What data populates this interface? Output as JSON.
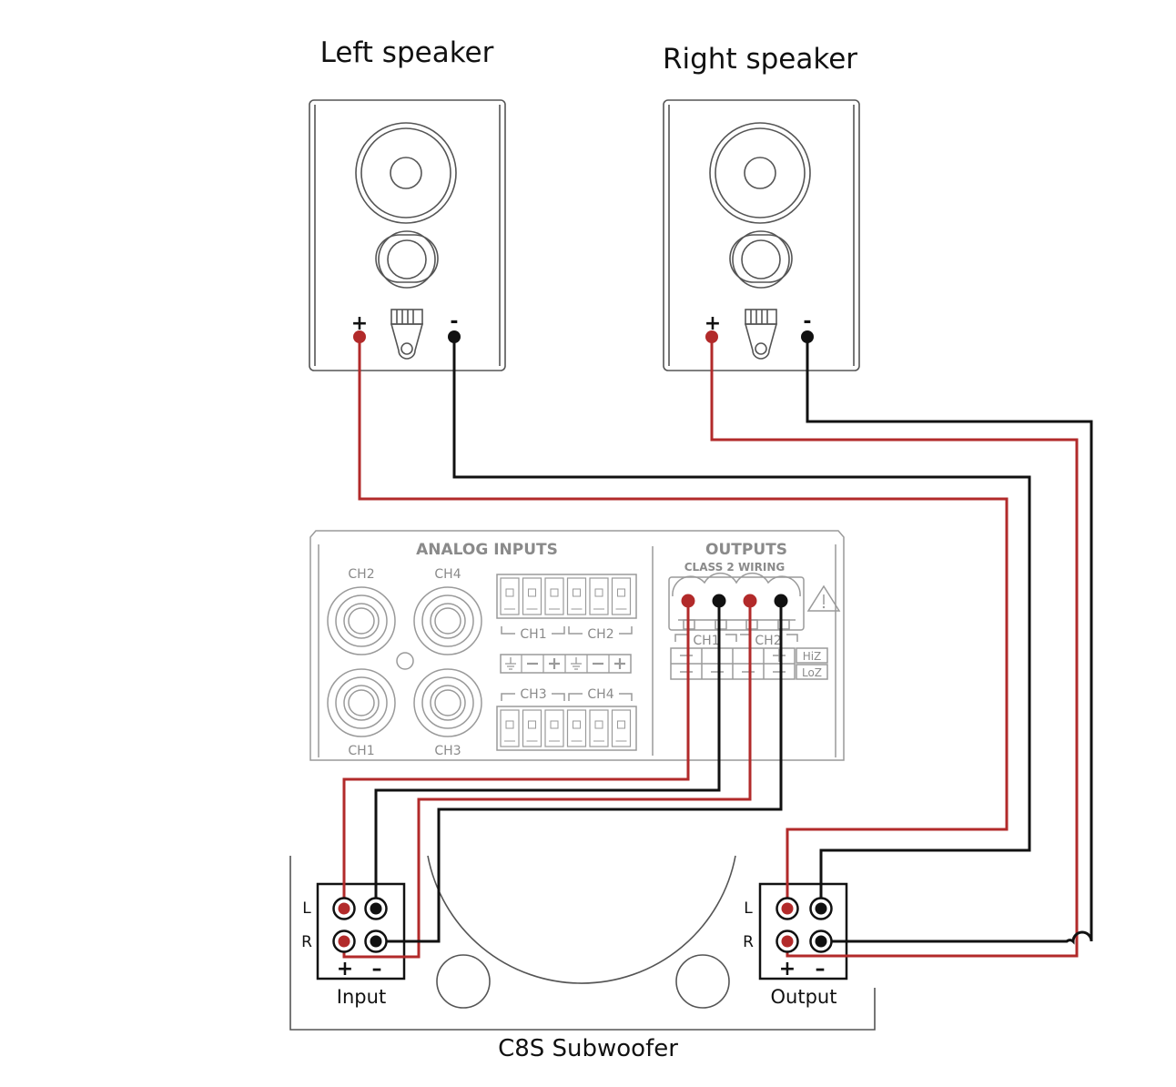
{
  "speakers": {
    "left": {
      "title": "Left speaker",
      "plus": "+",
      "minus": "-"
    },
    "right": {
      "title": "Right speaker",
      "plus": "+",
      "minus": "-"
    }
  },
  "amplifier": {
    "analog_inputs": "ANALOG INPUTS",
    "outputs": "OUTPUTS",
    "class2": "CLASS 2 WIRING",
    "rca": {
      "ch2": "CH2",
      "ch4": "CH4",
      "ch1": "CH1",
      "ch3": "CH3"
    },
    "block_labels": {
      "ch1": "CH1",
      "ch2": "CH2",
      "ch3": "CH3",
      "ch4": "CH4"
    },
    "output_labels": {
      "ch1": "CH1",
      "ch2": "CH2"
    },
    "hiz": "HiZ",
    "loz": "LoZ",
    "warning_icon": "warning-triangle-icon"
  },
  "subwoofer": {
    "name": "C8S Subwoofer",
    "input_label": "Input",
    "output_label": "Output",
    "l": "L",
    "r": "R",
    "plus": "+",
    "minus": "–"
  },
  "colors": {
    "positive_wire": "#b22a2a",
    "negative_wire": "#111111"
  }
}
